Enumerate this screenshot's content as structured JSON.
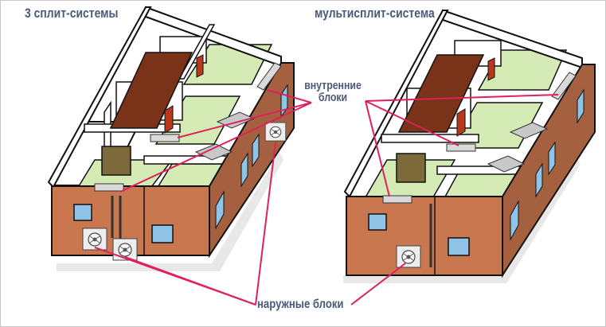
{
  "labels": {
    "left_title": "3 сплит-системы",
    "right_title": "мультисплит-система",
    "indoor_units_line1": "внутренние",
    "indoor_units_line2": "блоки",
    "outdoor_units": "наружные блоки"
  },
  "colors": {
    "wall_brick": "#c8774f",
    "wall_brick_shade": "#a5603f",
    "floor": "#d4ebb5",
    "door": "#7a3318",
    "door_red": "#b8381c",
    "window": "#8fc3e8",
    "pointer_line": "#e0205a",
    "label_text": "#4a5a78"
  }
}
